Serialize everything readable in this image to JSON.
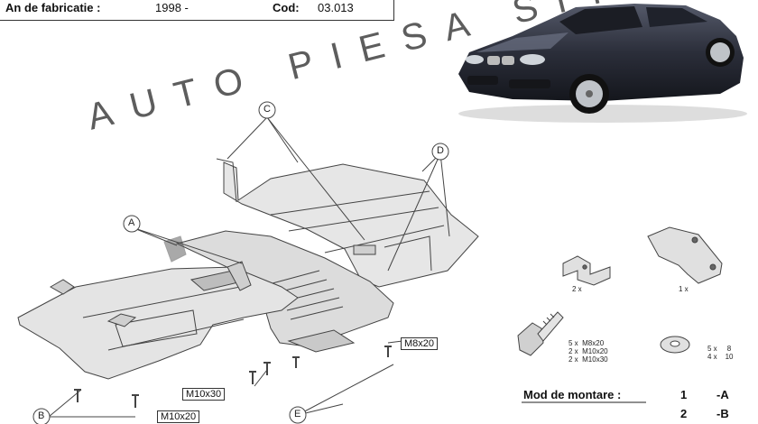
{
  "header": {
    "year_label": "An de fabricatie :",
    "year_value": "1998 -",
    "code_label": "Cod:",
    "code_value": "03.013"
  },
  "watermark": "AUTO PIESA SITE SRL",
  "callouts": {
    "a": "A",
    "b": "B",
    "c": "C",
    "d": "D",
    "e": "E"
  },
  "bolt_labels": {
    "m8x20": "M8x20",
    "m10x30": "M10x30",
    "m10x20": "M10x20"
  },
  "parts": {
    "bracket_small_qty": "2 x",
    "bracket_large_qty": "1 x",
    "bolts": {
      "lines": [
        {
          "qty": "5 x",
          "size": "M8x20"
        },
        {
          "qty": "2 x",
          "size": "M10x20"
        },
        {
          "qty": "2 x",
          "size": "M10x30"
        }
      ]
    },
    "washers": {
      "lines": [
        {
          "qty": "5 x",
          "size": "8"
        },
        {
          "qty": "4 x",
          "size": "10"
        }
      ]
    }
  },
  "mounting": {
    "title": "Mod de montare :",
    "rows": [
      {
        "num": "1",
        "code": "-A"
      },
      {
        "num": "2",
        "code": "-B"
      }
    ]
  },
  "colors": {
    "plate": "#e2e2e2",
    "plate_dark": "#b9b9b9",
    "line": "#444444",
    "car_body": "#2b2e3a"
  }
}
